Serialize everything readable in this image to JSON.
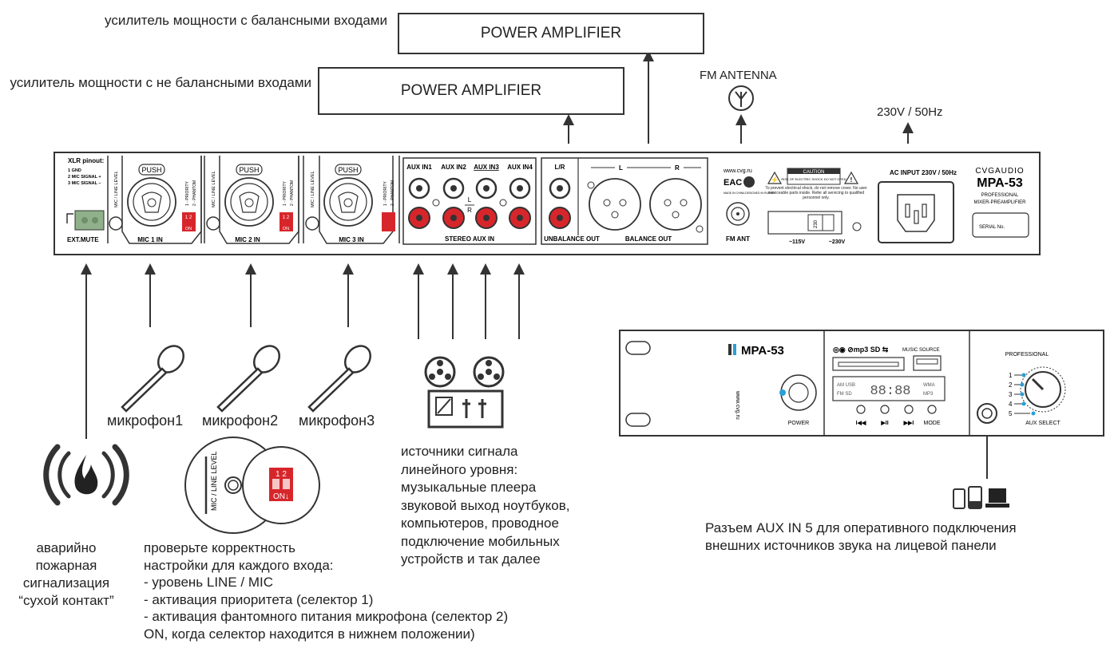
{
  "amplifiers": {
    "balanced_label": "усилитель мощности с балансными входами",
    "unbalanced_label": "усилитель мощности с не балансными входами",
    "box1": "POWER AMPLIFIER",
    "box2": "POWER AMPLIFIER"
  },
  "fm_antenna": "FM ANTENNA",
  "power_label": "230V / 50Hz",
  "rear_panel": {
    "xlr_pinout_title": "XLR pinout:",
    "xlr_pins": [
      "1 GND",
      "2 MIC SIGNAL +",
      "3 MIC SIGNAL –"
    ],
    "ext_mute": "EXT.MUTE",
    "push": "PUSH",
    "mic_level": "MIC / LINE LEVEL",
    "mic_inputs": [
      "MIC 1 IN",
      "MIC 2 IN",
      "MIC 3 IN"
    ],
    "selector_desc": [
      "1 - PRIORITY",
      "2 - PHANTOM"
    ],
    "dip_numbers": "1 2",
    "dip_on": "ON",
    "aux_inputs": [
      "AUX IN1",
      "AUX IN2",
      "AUX IN3",
      "AUX IN4"
    ],
    "lr": [
      "L",
      "R"
    ],
    "stereo_aux_in": "STEREO AUX IN",
    "lr_label": "L/R",
    "unbalance_out": "UNBALANCE OUT",
    "balance_out": "BALANCE OUT",
    "balance_lr": [
      "L",
      "R"
    ],
    "website": "www.cvg.ru",
    "made_in": "MADE IN CHINA DESIGNED IN RUSSIA",
    "fm_ant": "FM ANT",
    "caution": "CAUTION",
    "caution_sub": "RISK OF ELECTRIC SHOCK DO NOT OPEN",
    "warning_text": "To prevent electrical shock, do not remove cover. No user serviceable parts inside. Refer all servicing to qualified personnel only.",
    "switch_value": "230",
    "voltage_left": "~115V",
    "voltage_right": "~230V",
    "ac_input": "AC INPUT 230V / 50Hz",
    "brand": "CVGAUDIO",
    "model": "MPA-53",
    "professional": "PROFESSIONAL",
    "mixer_preamp": "MIXER-PREAMPLIFIER",
    "serial": "SERIAL No."
  },
  "microphones": [
    "микрофон1",
    "микрофон2",
    "микрофон3"
  ],
  "line_sources": {
    "lines": [
      "источники сигнала",
      "линейного уровня:",
      "музыкальные плеера",
      "звуковой выход ноутбуков,",
      "компьютеров, проводное",
      "подключение мобильных",
      "устройств и так далее"
    ]
  },
  "fire": {
    "lines": [
      "аварийно",
      "пожарная",
      "сигнализация",
      "“сухой контакт”"
    ]
  },
  "settings_note": {
    "lines": [
      "проверьте корректность",
      "настройки для каждого входа:",
      "- уровень LINE / MIC",
      "- активация приоритета (селектор 1)",
      "- активация фантомного питания микрофона (селектор 2)",
      "ON, когда селектор находится в нижнем положении)"
    ]
  },
  "zoom": {
    "mic_level": "MIC / LINE LEVEL",
    "dip_numbers": "1 2",
    "dip_on": "ON↓"
  },
  "front_panel": {
    "model": "MPA-53",
    "website": "www.cvg.ru",
    "power": "POWER",
    "music_source": "MUSIC SOURCE",
    "display_time": "88:88",
    "display_left": [
      "AM USB",
      "FM SD"
    ],
    "display_right": [
      "WMA",
      "MP3"
    ],
    "transport": [
      "I◀◀",
      "▶II",
      "▶▶I",
      "MODE"
    ],
    "professional": "PROFESSIONAL",
    "aux_numbers": [
      "1",
      "2",
      "3",
      "4",
      "5"
    ],
    "aux_select": "AUX SELECT"
  },
  "aux5_note": {
    "lines": [
      "Разъем AUX IN 5 для оперативного подключения",
      "внешних источников звука на лицевой панели"
    ]
  },
  "colors": {
    "stroke": "#333333",
    "red": "#d7262b",
    "blue": "#2a9fd8",
    "green": "#8fb08a"
  }
}
